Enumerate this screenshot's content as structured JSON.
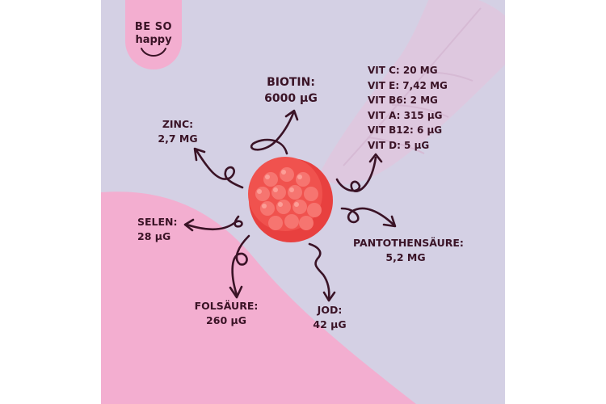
{
  "brand": {
    "line1": "BE SO",
    "line2": "happy"
  },
  "nutrients": {
    "biotin": {
      "name": "BIOTIN:",
      "amount": "6000 µG"
    },
    "zinc": {
      "name": "ZINC:",
      "amount": "2,7 MG"
    },
    "selen": {
      "name": "SELEN:",
      "amount": "28 µG"
    },
    "folsaeure": {
      "name": "FOLSÄURE:",
      "amount": "260 µG"
    },
    "jod": {
      "name": "JOD:",
      "amount": "42 µG"
    },
    "pantothensaeure": {
      "name": "PANTOTHENSÄURE:",
      "amount": "5,2 MG"
    }
  },
  "vitamins": [
    "VIT C: 20 MG",
    "VIT E: 7,42 MG",
    "VIT B6: 2 MG",
    "VIT A:  315 µG",
    "VIT B12: 6 µG",
    "VIT D: 5 µG"
  ],
  "colors": {
    "background": "#d4d0e4",
    "pink": "#f3aed0",
    "text": "#3a1326",
    "gummy": "#ee4a48"
  }
}
